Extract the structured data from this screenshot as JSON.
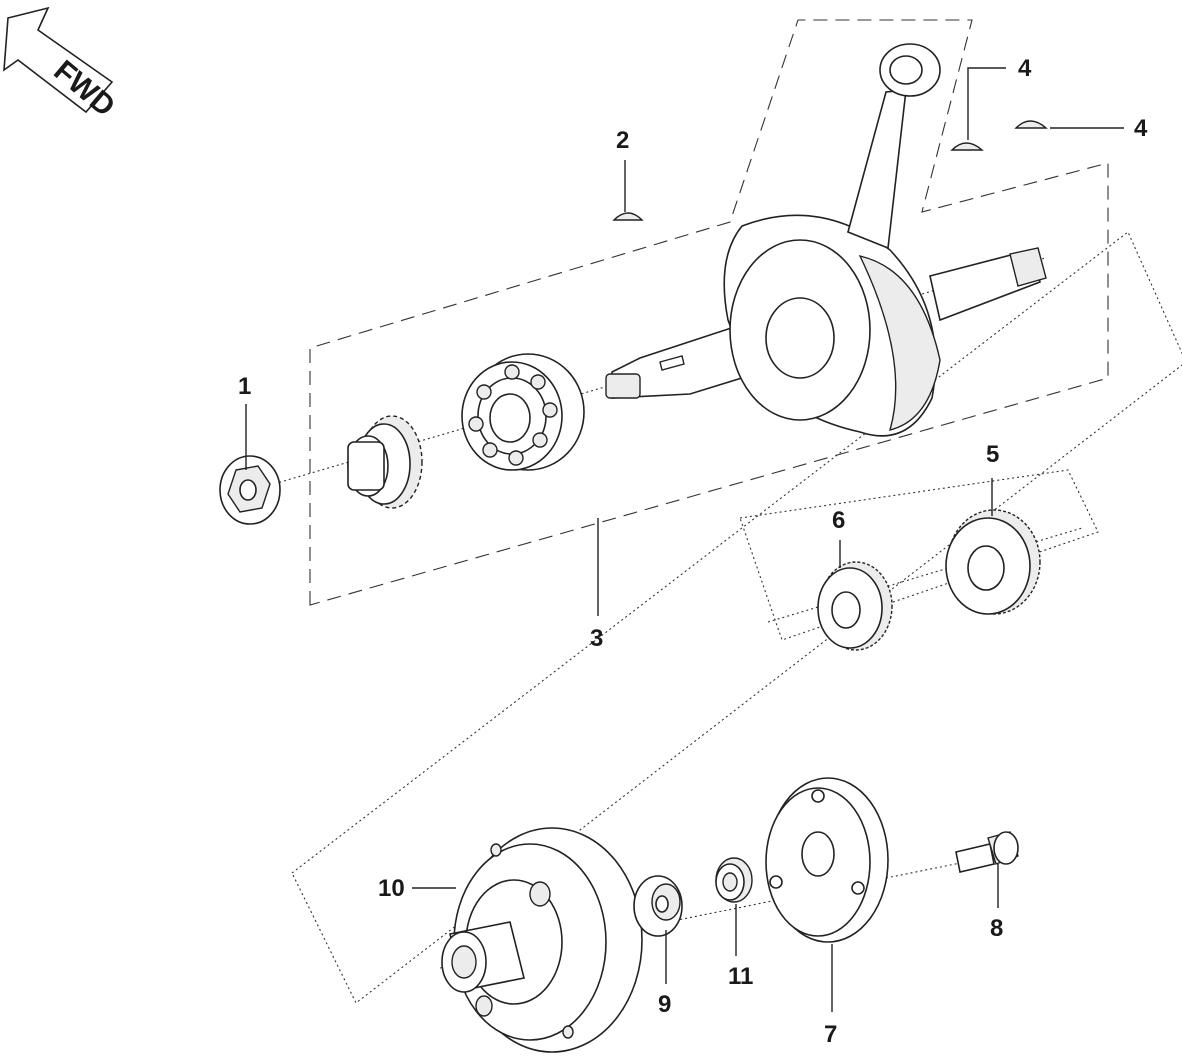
{
  "fwd_badge": {
    "text": "FWD",
    "icon": "arrow-icon"
  },
  "callouts": {
    "c1": "1",
    "c2": "2",
    "c3": "3",
    "c4a": "4",
    "c4b": "4",
    "c5": "5",
    "c6": "6",
    "c7": "7",
    "c8": "8",
    "c9": "9",
    "c10": "10",
    "c11": "11"
  },
  "colors": {
    "line": "#222222",
    "shade": "#ececec",
    "background": "#ffffff"
  }
}
